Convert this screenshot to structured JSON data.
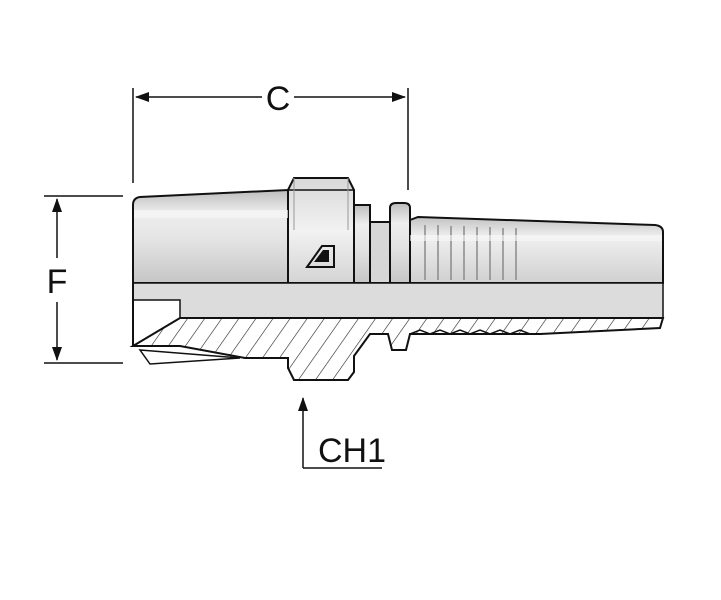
{
  "diagram": {
    "dimension_labels": {
      "c": "C",
      "f": "F",
      "ch1": "CH1"
    },
    "colors": {
      "body_light": "#e6e6e6",
      "body_mid": "#cfcfcf",
      "body_dark": "#a9a9a9",
      "outline": "#111111",
      "hatch": "#222222"
    },
    "icons": {
      "brand_mark": "brand-logo-icon"
    }
  }
}
